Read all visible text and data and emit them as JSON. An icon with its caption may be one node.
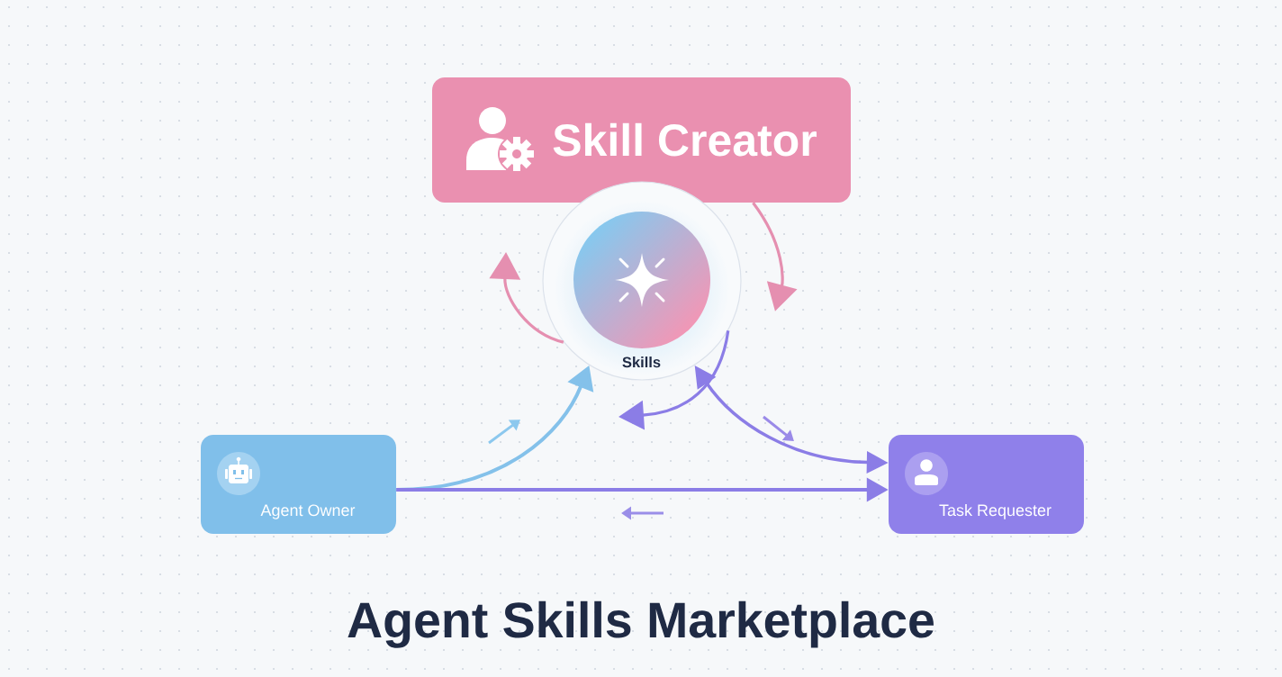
{
  "diagram": {
    "title": "Agent Skills Marketplace",
    "nodes": [
      {
        "text": [
          "Skill Creator"
        ]
      },
      {
        "text": [
          "Skills"
        ]
      },
      {
        "text": [
          "Agent Owner"
        ]
      },
      {
        "text": [
          "Task Requester"
        ]
      }
    ],
    "edges": [
      {
        "from": 0,
        "to": 1,
        "arrow": "to",
        "color": "#e58fb0"
      },
      {
        "from": 1,
        "to": null,
        "arrow": "to",
        "color": "#e58fb0"
      },
      {
        "from": 1,
        "to": null,
        "arrow": "to"
      },
      {
        "from": 2,
        "to": 1,
        "arrow": "to",
        "color": "#84c1ea"
      },
      {
        "from": 1,
        "to": 3,
        "arrow": "both"
      },
      {
        "from": 2,
        "to": 3,
        "arrow": "to"
      }
    ]
  }
}
